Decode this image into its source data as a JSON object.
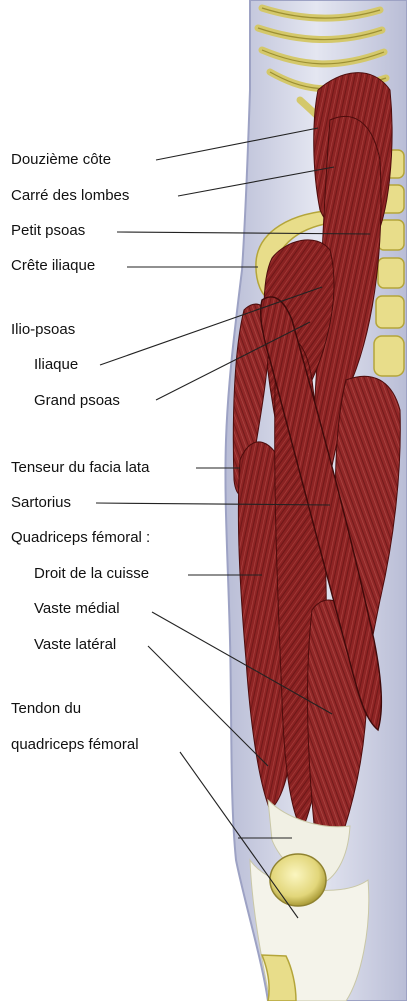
{
  "labels": {
    "douzieme_cote": "Douzième côte",
    "carre_des_lombes": "Carré des lombes",
    "petit_psoas": "Petit psoas",
    "crete_iliaque": "Crête iliaque",
    "ilio_psoas": "Ilio-psoas",
    "iliaque": "Iliaque",
    "grand_psoas": "Grand psoas",
    "tenseur": "Tenseur du facia lata",
    "sartorius": "Sartorius",
    "quadriceps": "Quadriceps fémoral :",
    "droit": "Droit de la cuisse",
    "vaste_medial": "Vaste médial",
    "vaste_lateral": "Vaste latéral",
    "tendon_1": "Tendon du",
    "tendon_2": "quadriceps fémoral"
  },
  "colors": {
    "muscle": "#8e2424",
    "muscle_dark": "#5a1010",
    "muscle_light": "#b8504a",
    "bone": "#e8dd8a",
    "bone_outline": "#b4a53a",
    "tendon": "#f1f0e4",
    "skin": "#c8cbe0",
    "skin_outline": "#9da2c4",
    "leader_line": "#222222"
  }
}
